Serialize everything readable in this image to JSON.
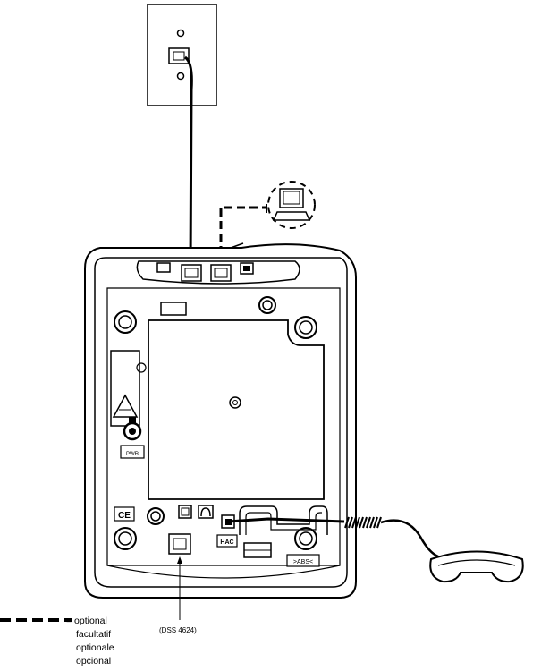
{
  "labels": {
    "dss": "(DSS 4624)",
    "legend_lines": [
      "= optional",
      "facultatif",
      "optionale",
      "opcional"
    ],
    "pwr_badge": "PWR",
    "abs_badge": ">ABS<",
    "ce_mark": "CE",
    "hac_badge": "HAC"
  },
  "icons": [
    "wall-jack-icon",
    "computer-icon",
    "handset-icon",
    "headset-icon",
    "warning-icon",
    "power-jack-icon"
  ],
  "colors": {
    "line": "#000000",
    "background": "#ffffff"
  }
}
